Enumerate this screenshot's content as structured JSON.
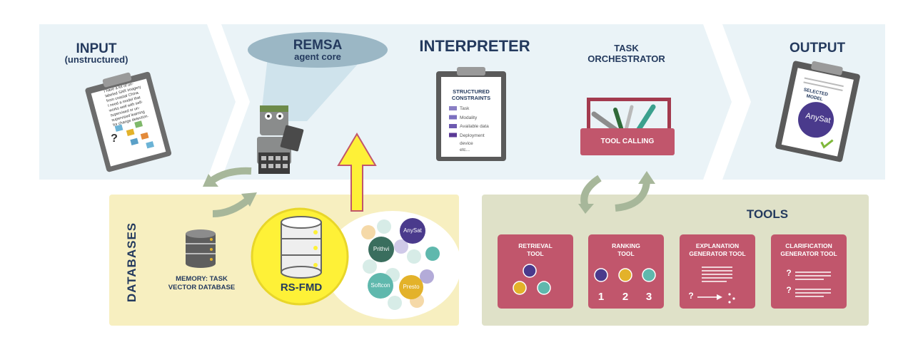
{
  "input": {
    "title": "INPUT",
    "subtitle": "(unstructured)",
    "note_lines": [
      "I have a lot of un-",
      "labeled SAR imagery",
      "from coastal China.",
      "I need a model that",
      "works well with self-",
      "supervised or un-",
      "supervised learning",
      "for change detection."
    ],
    "question_mark": "?"
  },
  "agent": {
    "title": "REMSA",
    "subtitle": "agent core"
  },
  "interpreter": {
    "title": "INTERPRETER",
    "clipboard_title_1": "STRUCTURED",
    "clipboard_title_2": "CONSTRAINTS",
    "constraints": [
      {
        "label": "Task",
        "color": "#8a7fc4"
      },
      {
        "label": "Modality",
        "color": "#7b6fbf"
      },
      {
        "label": "Available data",
        "color": "#6d5ab0"
      },
      {
        "label": "Deployment",
        "color": "#5b3a96"
      }
    ],
    "extra_1": "device",
    "extra_2": "etc..."
  },
  "orchestrator": {
    "title_1": "TASK",
    "title_2": "ORCHESTRATOR",
    "toolbox_label": "TOOL CALLING"
  },
  "output": {
    "title": "OUTPUT",
    "selected_1": "SELECTED",
    "selected_2": "MODEL",
    "model": "AnySat"
  },
  "databases": {
    "title": "DATABASES",
    "memory_1": "MEMORY: TASK",
    "memory_2": "VECTOR DATABASE",
    "rsfmd": "RS-FMD",
    "models": [
      "AnySat",
      "Prithvi",
      "Softcon",
      "Presto"
    ]
  },
  "tools": {
    "title": "TOOLS",
    "cards": [
      {
        "line1": "RETRIEVAL",
        "line2": "TOOL"
      },
      {
        "line1": "RANKING",
        "line2": "TOOL",
        "ranks": [
          "1",
          "2",
          "3"
        ]
      },
      {
        "line1": "EXPLANATION",
        "line2": "GENERATOR TOOL"
      },
      {
        "line1": "CLARIFICATION",
        "line2": "GENERATOR TOOL"
      }
    ]
  },
  "colors": {
    "navy": "#243a5e",
    "panel_blue": "#eaf3f7",
    "db_yellow": "#f7efc0",
    "tools_green": "#dfe1c8",
    "card_red": "#c1566c",
    "highlight_yellow": "#fef137",
    "purple": "#4a3a8c",
    "gold": "#e3b22a",
    "teal": "#5fb8ad"
  }
}
